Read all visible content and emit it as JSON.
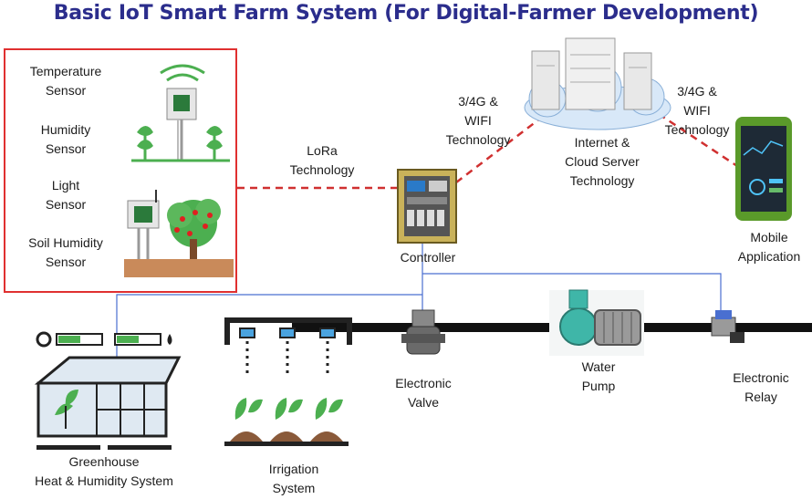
{
  "title": "Basic IoT Smart Farm System (For Digital-Farmer Development)",
  "sensors": [
    {
      "line1": "Temperature",
      "line2": "Sensor"
    },
    {
      "line1": "Humidity",
      "line2": "Sensor"
    },
    {
      "line1": "Light",
      "line2": "Sensor"
    },
    {
      "line1": "Soil Humidity",
      "line2": "Sensor"
    }
  ],
  "labels": {
    "lora_1": "LoRa",
    "lora_2": "Technology",
    "net_left_1": "3/4G &",
    "net_left_2": "WIFI",
    "net_left_3": "Technology",
    "net_right_1": "3/4G &",
    "net_right_2": "WIFI",
    "net_right_3": "Technology",
    "cloud_1": "Internet &",
    "cloud_2": "Cloud Server",
    "cloud_3": "Technology",
    "controller": "Controller",
    "mobile_1": "Mobile",
    "mobile_2": "Application",
    "valve_1": "Electronic",
    "valve_2": "Valve",
    "pump_1": "Water",
    "pump_2": "Pump",
    "relay_1": "Electronic",
    "relay_2": "Relay",
    "greenhouse_1": "Greenhouse",
    "greenhouse_2": "Heat & Humidity System",
    "irrigation_1": "Irrigation",
    "irrigation_2": "System"
  },
  "colors": {
    "title": "#2b2d8c",
    "wireless_link": "#d03030",
    "wired_link": "#4a6fd0",
    "pipe": "#111111",
    "sensor_border": "#e03030",
    "plant_green": "#3a9a3a"
  }
}
